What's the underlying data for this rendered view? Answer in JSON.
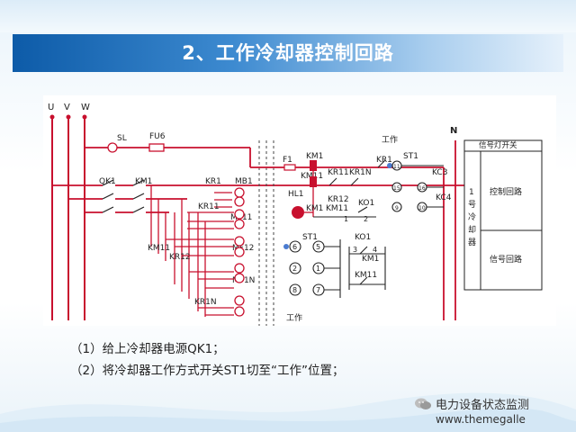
{
  "slide": {
    "title": "2、工作冷却器控制回路",
    "captions": [
      "（1）给上冷却器电源QK1；",
      "（2）将冷却器工作方式开关ST1切至“工作”位置；"
    ],
    "watermark": {
      "name": "电力设备状态监测",
      "url": "www.themegalle"
    }
  },
  "diagram": {
    "phases": [
      "U",
      "V",
      "W"
    ],
    "neutral": "N",
    "labels": {
      "sl": "SL",
      "fu6": "FU6",
      "qk1": "QK1",
      "km1_main": "KM1",
      "kr1_top": "KR1",
      "kr11": "KR11",
      "km11_bottom": "KM11",
      "kr12": "KR12",
      "kr1n": "KR1N",
      "mb1": "MB1",
      "mf11": "MF11",
      "mf12": "MF12",
      "mf1n": "MF1N",
      "f1": "F1",
      "km1_coil": "KM1",
      "km11_coil": "KM11",
      "hl1": "HL1",
      "kr11_c": "KR11",
      "kr1n_c": "KR1N",
      "kr12_c": "KR12",
      "km1_c": "KM1",
      "km11_c": "KM11",
      "ko1_a": "KO1",
      "kr1_c": "KR1",
      "st1_top": "ST1",
      "work_top": "工作",
      "kc3": "KC3",
      "kc4": "KC4",
      "st1_mid": "ST1",
      "ko1_b": "KO1",
      "km1_b": "KM1",
      "km11_b": "KM11",
      "work_bottom": "工作",
      "n1": "1",
      "n2": "2",
      "n3": "3",
      "n4": "4",
      "t11": "11",
      "t15": "15",
      "t9": "9",
      "t16": "16",
      "t10": "10",
      "t6": "6",
      "t5": "5",
      "t2": "2",
      "t1": "1",
      "t8": "8",
      "t7": "7"
    },
    "panel": {
      "header": "信号灯开关",
      "left_label": [
        "1",
        "号",
        "冷",
        "却",
        "器"
      ],
      "control": "控制回路",
      "signal": "信号回路"
    }
  }
}
